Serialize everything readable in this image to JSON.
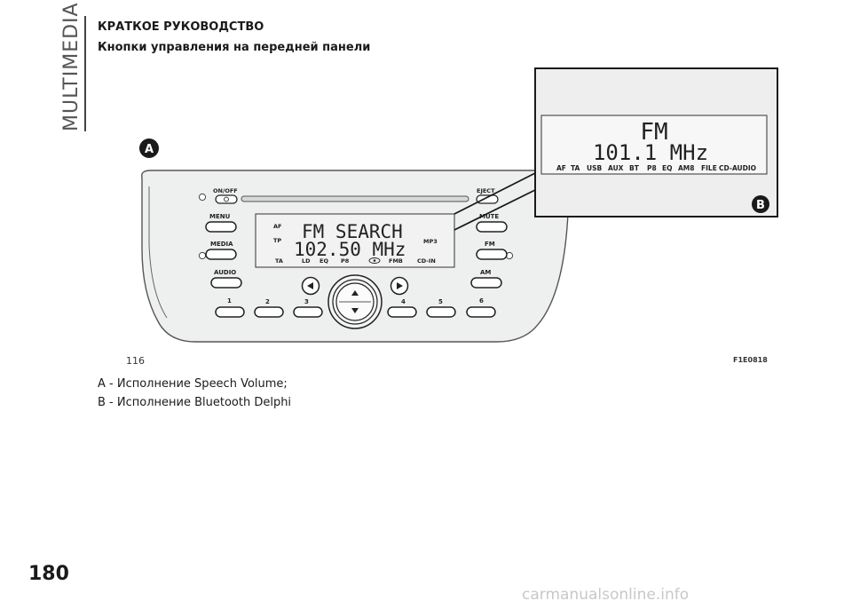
{
  "sidebar": {
    "section": "MULTIMEDIA"
  },
  "header": {
    "title": "КРАТКОЕ РУКОВОДСТВО",
    "subtitle": "Кнопки управления на передней панели"
  },
  "figure": {
    "marker_a": "A",
    "marker_b": "B",
    "number": "116",
    "code": "F1E0818",
    "radio_a": {
      "buttons": {
        "on_off": "ON/OFF",
        "eject": "EJECT",
        "menu": "MENU",
        "mute": "MUTE",
        "media": "MEDIA",
        "fm": "FM",
        "audio": "AUDIO",
        "am": "AM",
        "presets": [
          "1",
          "2",
          "3",
          "4",
          "5",
          "6"
        ]
      },
      "display": {
        "line1": "FM SEARCH",
        "line2": "102.50 MHz",
        "af": "AF",
        "tp": "TP",
        "mp3": "MP3",
        "ta": "TA",
        "ld": "LD",
        "eq": "EQ",
        "p8": "P8",
        "fmb": "FMB",
        "cd_in": "CD-IN"
      }
    },
    "display_b": {
      "line1": "FM",
      "line2": "101.1 MHz",
      "indicators": [
        "AF",
        "TA",
        "USB",
        "AUX",
        "BT",
        "P8",
        "EQ",
        "AM8",
        "FILE",
        "CD-AUDIO"
      ]
    }
  },
  "captions": {
    "a": "A - Исполнение Speech Volume;",
    "b": "B - Исполнение Bluetooth Delphi"
  },
  "footer": {
    "page_number": "180",
    "watermark": "carmanualsonline.info"
  }
}
